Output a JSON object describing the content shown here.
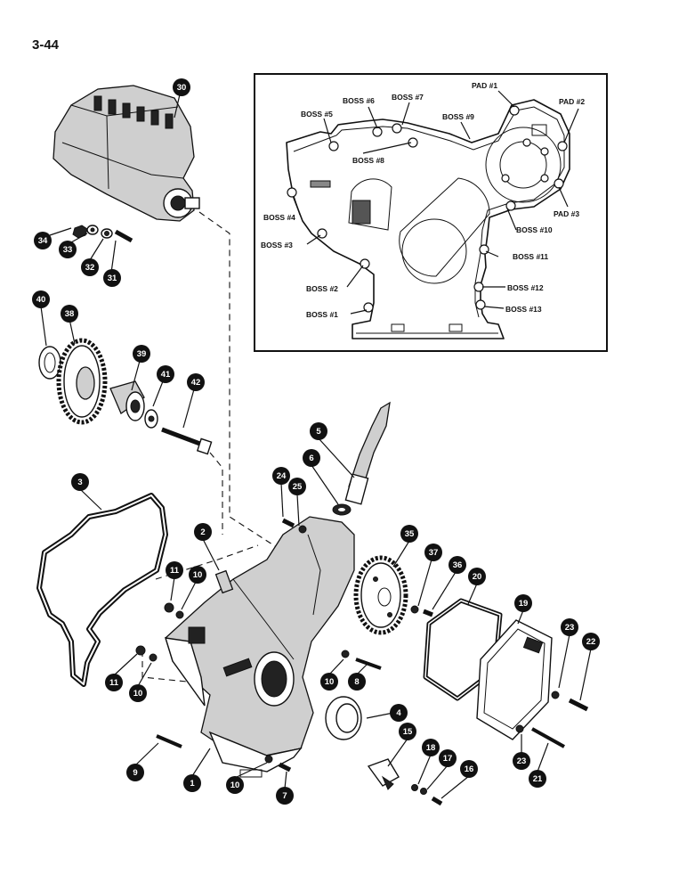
{
  "page": {
    "number": "3-44"
  },
  "callouts": [
    {
      "id": "c30",
      "label": "30"
    },
    {
      "id": "c34",
      "label": "34"
    },
    {
      "id": "c33",
      "label": "33"
    },
    {
      "id": "c32",
      "label": "32"
    },
    {
      "id": "c31",
      "label": "31"
    },
    {
      "id": "c40",
      "label": "40"
    },
    {
      "id": "c38",
      "label": "38"
    },
    {
      "id": "c39",
      "label": "39"
    },
    {
      "id": "c41",
      "label": "41"
    },
    {
      "id": "c42",
      "label": "42"
    },
    {
      "id": "c5",
      "label": "5"
    },
    {
      "id": "c6",
      "label": "6"
    },
    {
      "id": "c24",
      "label": "24"
    },
    {
      "id": "c25",
      "label": "25"
    },
    {
      "id": "c3",
      "label": "3"
    },
    {
      "id": "c2",
      "label": "2"
    },
    {
      "id": "c11a",
      "label": "11"
    },
    {
      "id": "c10a",
      "label": "10"
    },
    {
      "id": "c11b",
      "label": "11"
    },
    {
      "id": "c10b",
      "label": "10"
    },
    {
      "id": "c35",
      "label": "35"
    },
    {
      "id": "c37",
      "label": "37"
    },
    {
      "id": "c36",
      "label": "36"
    },
    {
      "id": "c20",
      "label": "20"
    },
    {
      "id": "c19",
      "label": "19"
    },
    {
      "id": "c23a",
      "label": "23"
    },
    {
      "id": "c22",
      "label": "22"
    },
    {
      "id": "c10c",
      "label": "10"
    },
    {
      "id": "c8",
      "label": "8"
    },
    {
      "id": "c4",
      "label": "4"
    },
    {
      "id": "c9",
      "label": "9"
    },
    {
      "id": "c1",
      "label": "1"
    },
    {
      "id": "c10d",
      "label": "10"
    },
    {
      "id": "c7",
      "label": "7"
    },
    {
      "id": "c15",
      "label": "15"
    },
    {
      "id": "c18",
      "label": "18"
    },
    {
      "id": "c17",
      "label": "17"
    },
    {
      "id": "c16",
      "label": "16"
    },
    {
      "id": "c23b",
      "label": "23"
    },
    {
      "id": "c21",
      "label": "21"
    }
  ],
  "inset_labels": [
    {
      "id": "b5",
      "text": "BOSS #5"
    },
    {
      "id": "b6",
      "text": "BOSS #6"
    },
    {
      "id": "b7",
      "text": "BOSS #7"
    },
    {
      "id": "b9",
      "text": "BOSS #9"
    },
    {
      "id": "b8",
      "text": "BOSS #8"
    },
    {
      "id": "b4",
      "text": "BOSS #4"
    },
    {
      "id": "b3",
      "text": "BOSS #3"
    },
    {
      "id": "b2",
      "text": "BOSS #2"
    },
    {
      "id": "b1",
      "text": "BOSS #1"
    },
    {
      "id": "b10",
      "text": "BOSS #10"
    },
    {
      "id": "b11",
      "text": "BOSS #11"
    },
    {
      "id": "b12",
      "text": "BOSS #12"
    },
    {
      "id": "b13",
      "text": "BOSS #13"
    },
    {
      "id": "p1",
      "text": "PAD #1"
    },
    {
      "id": "p2",
      "text": "PAD #2"
    },
    {
      "id": "p3",
      "text": "PAD #3"
    }
  ]
}
